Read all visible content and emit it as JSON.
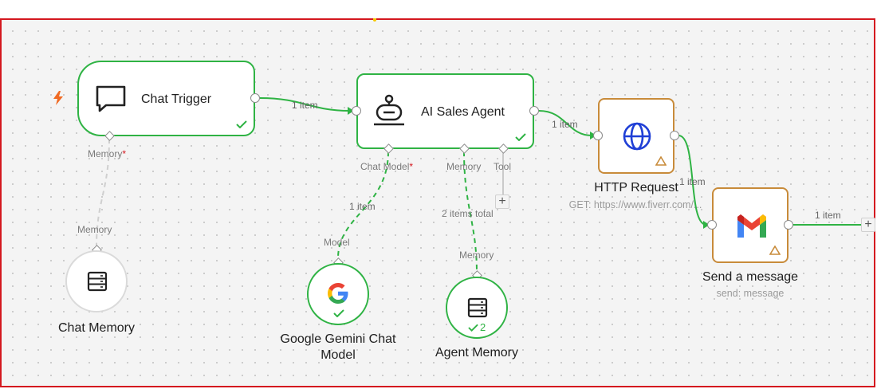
{
  "colors": {
    "success": "#2fb344",
    "warning": "#c88b3a",
    "error_border": "#d4181f",
    "trigger": "#f06a23"
  },
  "nodes": {
    "chat_trigger": {
      "title": "Chat Trigger",
      "icon": "chat-bubble-icon",
      "handle_label": "Memory",
      "required": "*"
    },
    "ai_agent": {
      "title": "AI Sales Agent",
      "icon": "robot-icon",
      "handle_chat_model": "Chat Model",
      "required": "*",
      "handle_memory": "Memory",
      "handle_tool": "Tool",
      "sub_count": "2 items total"
    },
    "http_request": {
      "title": "HTTP Request",
      "subtitle": "GET: https://www.fiverr.com/...",
      "icon": "globe-icon"
    },
    "send_message": {
      "title": "Send a message",
      "subtitle": "send: message",
      "icon": "gmail-icon"
    },
    "chat_memory": {
      "title": "Chat Memory",
      "handle_label": "Memory",
      "icon": "database-icon"
    },
    "gemini": {
      "title": "Google Gemini Chat Model",
      "handle_label": "Model",
      "icon": "google-icon"
    },
    "agent_memory": {
      "title": "Agent Memory",
      "handle_label": "Memory",
      "icon": "database-icon",
      "run_count": "2"
    }
  },
  "edges": {
    "trigger_to_agent": "1 item",
    "agent_to_http": "1 item",
    "http_to_gmail": "1 item",
    "gemini_to_agent": "1 item",
    "gmail_out": "1 item"
  },
  "add_symbol": "+"
}
